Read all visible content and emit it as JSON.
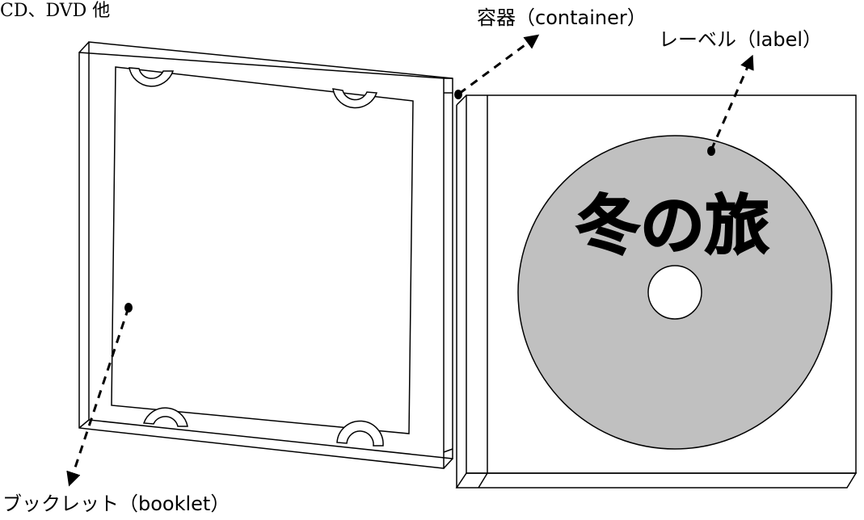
{
  "diagram": {
    "title_fragment": "CD、DVD 他 ",
    "disc_title": "冬の旅",
    "labels": {
      "container": "容器（container）",
      "label": "レーベル（label）",
      "booklet": "ブックレット（booklet）"
    },
    "colors": {
      "line": "#000000",
      "disc_fill": "#c0c0c0",
      "hole_fill": "#ffffff",
      "background": "#ffffff"
    }
  }
}
